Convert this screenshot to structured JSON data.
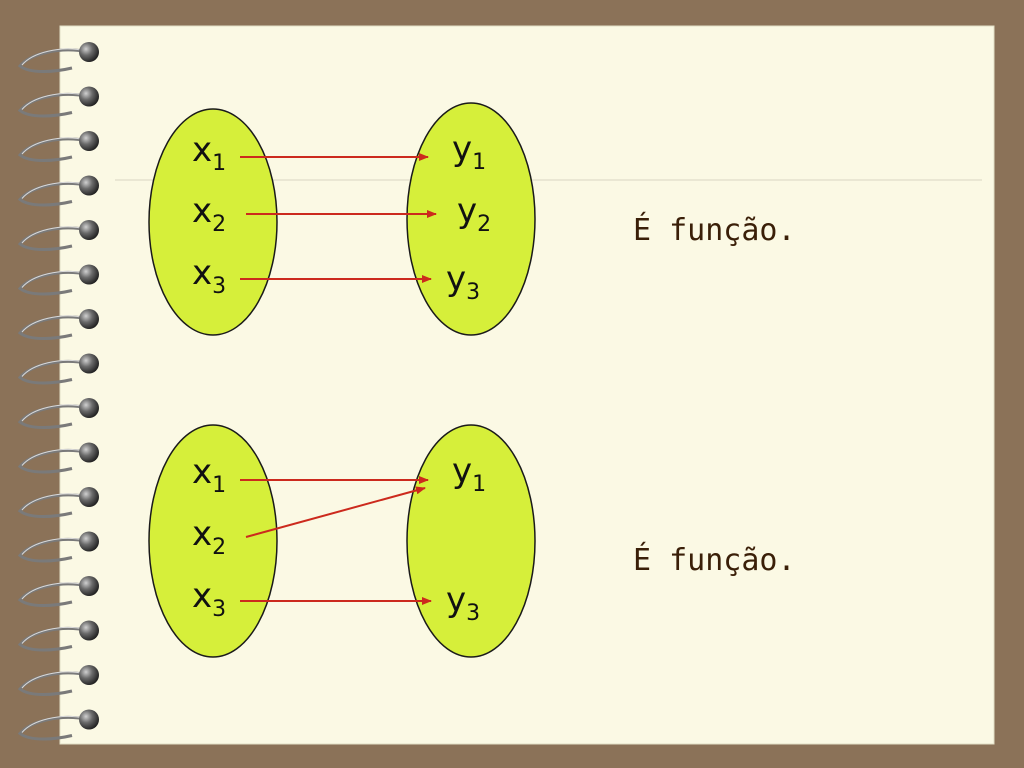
{
  "colors": {
    "background": "#8b7258",
    "paper": "#fbf9e4",
    "set_fill": "#d6ef3a",
    "arrow": "#cc2a1d",
    "caption_text": "#3a1f08"
  },
  "icons": {
    "binding": "spiral-ring-icon"
  },
  "diagrams": [
    {
      "domain": [
        {
          "base": "x",
          "sub": "1"
        },
        {
          "base": "x",
          "sub": "2"
        },
        {
          "base": "x",
          "sub": "3"
        }
      ],
      "codomain": [
        {
          "base": "y",
          "sub": "1"
        },
        {
          "base": "y",
          "sub": "2"
        },
        {
          "base": "y",
          "sub": "3"
        }
      ],
      "mapping": [
        [
          0,
          0
        ],
        [
          1,
          1
        ],
        [
          2,
          2
        ]
      ],
      "caption": "É função."
    },
    {
      "domain": [
        {
          "base": "x",
          "sub": "1"
        },
        {
          "base": "x",
          "sub": "2"
        },
        {
          "base": "x",
          "sub": "3"
        }
      ],
      "codomain": [
        {
          "base": "y",
          "sub": "1"
        },
        {
          "base": "y",
          "sub": "3"
        }
      ],
      "mapping": [
        [
          0,
          0
        ],
        [
          1,
          0
        ],
        [
          2,
          1
        ]
      ],
      "caption": "É função."
    }
  ]
}
